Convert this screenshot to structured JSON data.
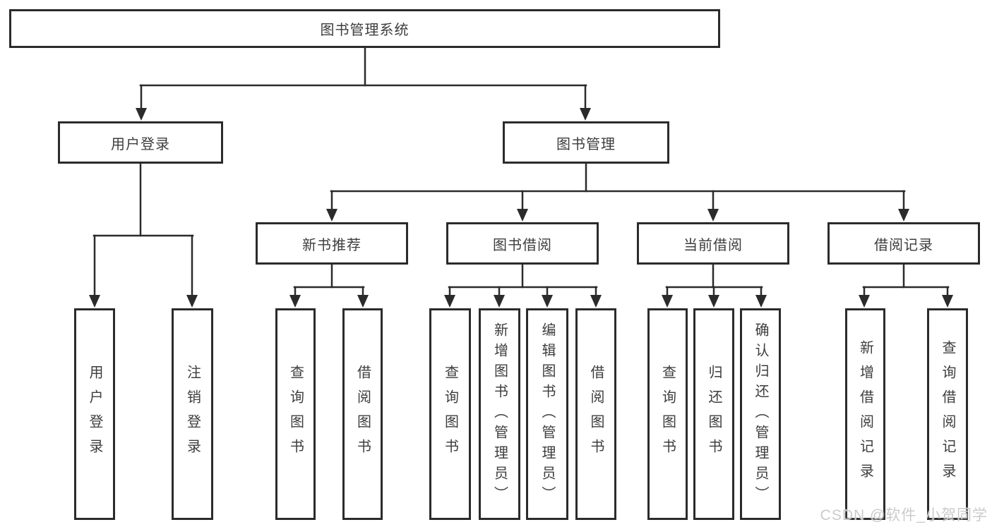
{
  "colors": {
    "line": "#2b2b2b",
    "border": "#2b2b2b",
    "text": "#3d3d3d",
    "background": "#ffffff",
    "watermark": "#cbcbcb"
  },
  "tree": {
    "root": {
      "label": "图书管理系统"
    },
    "login": {
      "label": "用户登录",
      "children": [
        {
          "label": "用户登录"
        },
        {
          "label": "注销登录"
        }
      ]
    },
    "manage": {
      "label": "图书管理",
      "children": [
        {
          "label": "新书推荐",
          "children": [
            {
              "label": "查询图书"
            },
            {
              "label": "借阅图书"
            }
          ]
        },
        {
          "label": "图书借阅",
          "children": [
            {
              "label": "查询图书"
            },
            {
              "label": "新增图书（管理员）"
            },
            {
              "label": "编辑图书（管理员）"
            },
            {
              "label": "借阅图书"
            }
          ]
        },
        {
          "label": "当前借阅",
          "children": [
            {
              "label": "查询图书"
            },
            {
              "label": "归还图书"
            },
            {
              "label": "确认归还（管理员）"
            }
          ]
        },
        {
          "label": "借阅记录",
          "children": [
            {
              "label": "新增借阅记录"
            },
            {
              "label": "查询借阅记录"
            }
          ]
        }
      ]
    }
  },
  "watermark": "CSDN @软件_小贺同学"
}
